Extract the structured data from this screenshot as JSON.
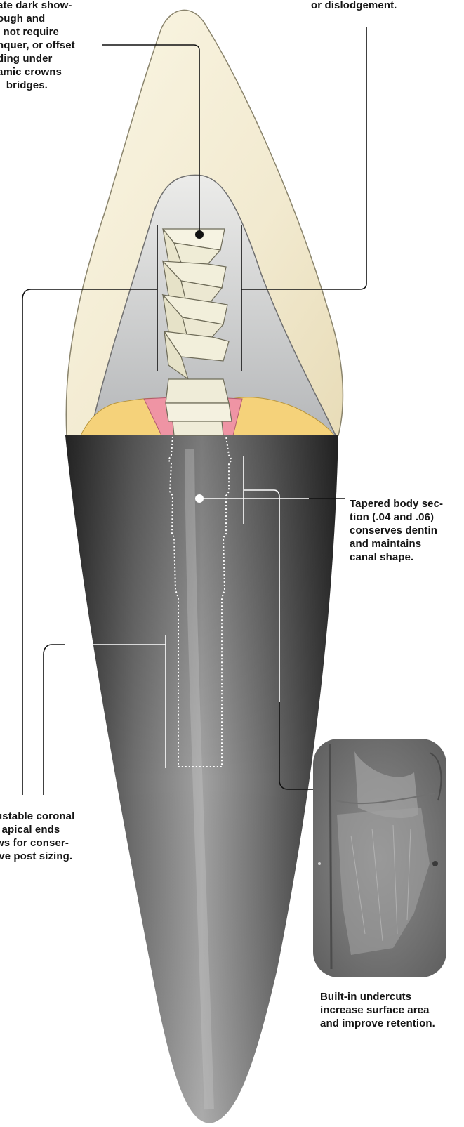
{
  "callouts": {
    "shade": "ate dark show-\nough and\nl not require\nnquer, or offset\nding under\namic crowns\nl  bridges.",
    "dislodgement": "or dislodgement.",
    "tapered": "Tapered body sec-\ntion (.04 and .06)\nconserves dentin\nand maintains\ncanal shape.",
    "adjustable": "ustable coronal\nl apical ends\nws for conser-\nive post sizing.",
    "undercuts": "Built-in undercuts\nincrease surface area\nand improve retention."
  },
  "colors": {
    "enamel": "#f3edd4",
    "dentin": "#b7b9bb",
    "root_dark": "#3a3a3a",
    "root_light": "#9c9c9c",
    "gum_pink": "#ef94a4",
    "pulp_yellow": "#f5d27a",
    "post": "#efecd8",
    "text": "#151515"
  }
}
